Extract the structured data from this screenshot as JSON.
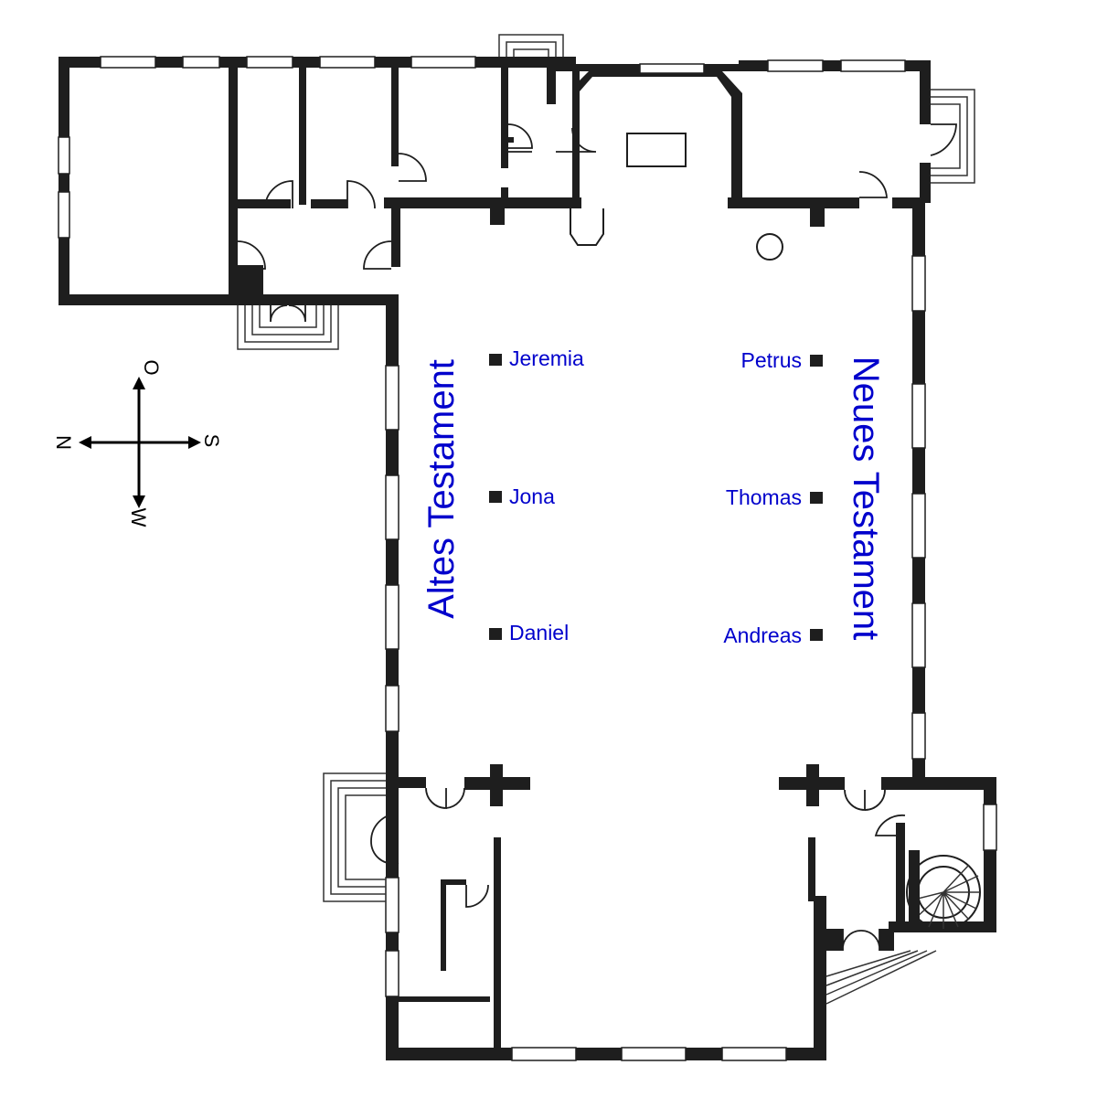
{
  "labels": {
    "old_testament": "Altes Testament",
    "new_testament": "Neues Testament"
  },
  "pillars_old": [
    {
      "name": "Jeremia"
    },
    {
      "name": "Jona"
    },
    {
      "name": "Daniel"
    }
  ],
  "pillars_new": [
    {
      "name": "Petrus"
    },
    {
      "name": "Thomas"
    },
    {
      "name": "Andreas"
    }
  ],
  "compass": {
    "east": "O",
    "west": "W",
    "north": "N",
    "south": "S"
  },
  "colors": {
    "label": "#0000cc",
    "wall": "#1e1e1e"
  }
}
